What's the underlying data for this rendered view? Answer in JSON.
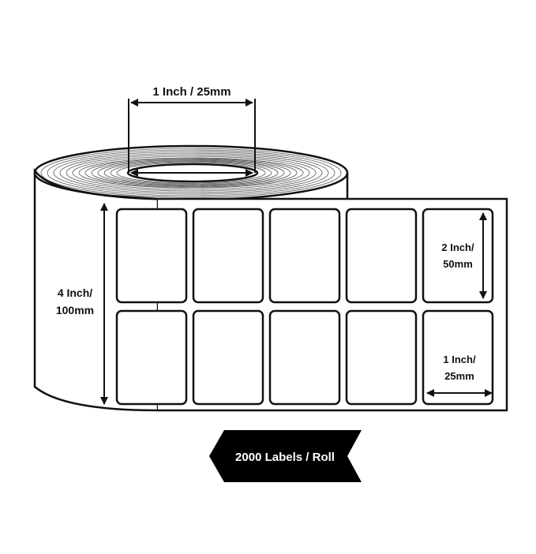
{
  "core_width_label": "1 Inch / 25mm",
  "roll_height_label": {
    "line1": "4 Inch/",
    "line2": "100mm"
  },
  "label_height_label": {
    "line1": "2 Inch/",
    "line2": "50mm"
  },
  "label_width_label": {
    "line1": "1 Inch/",
    "line2": "25mm"
  },
  "banner_text": "2000 Labels / Roll",
  "label_grid": {
    "rows": 2,
    "columns": 5
  },
  "colors": {
    "ink": "#111111",
    "banner": "#000000",
    "background": "#ffffff"
  }
}
